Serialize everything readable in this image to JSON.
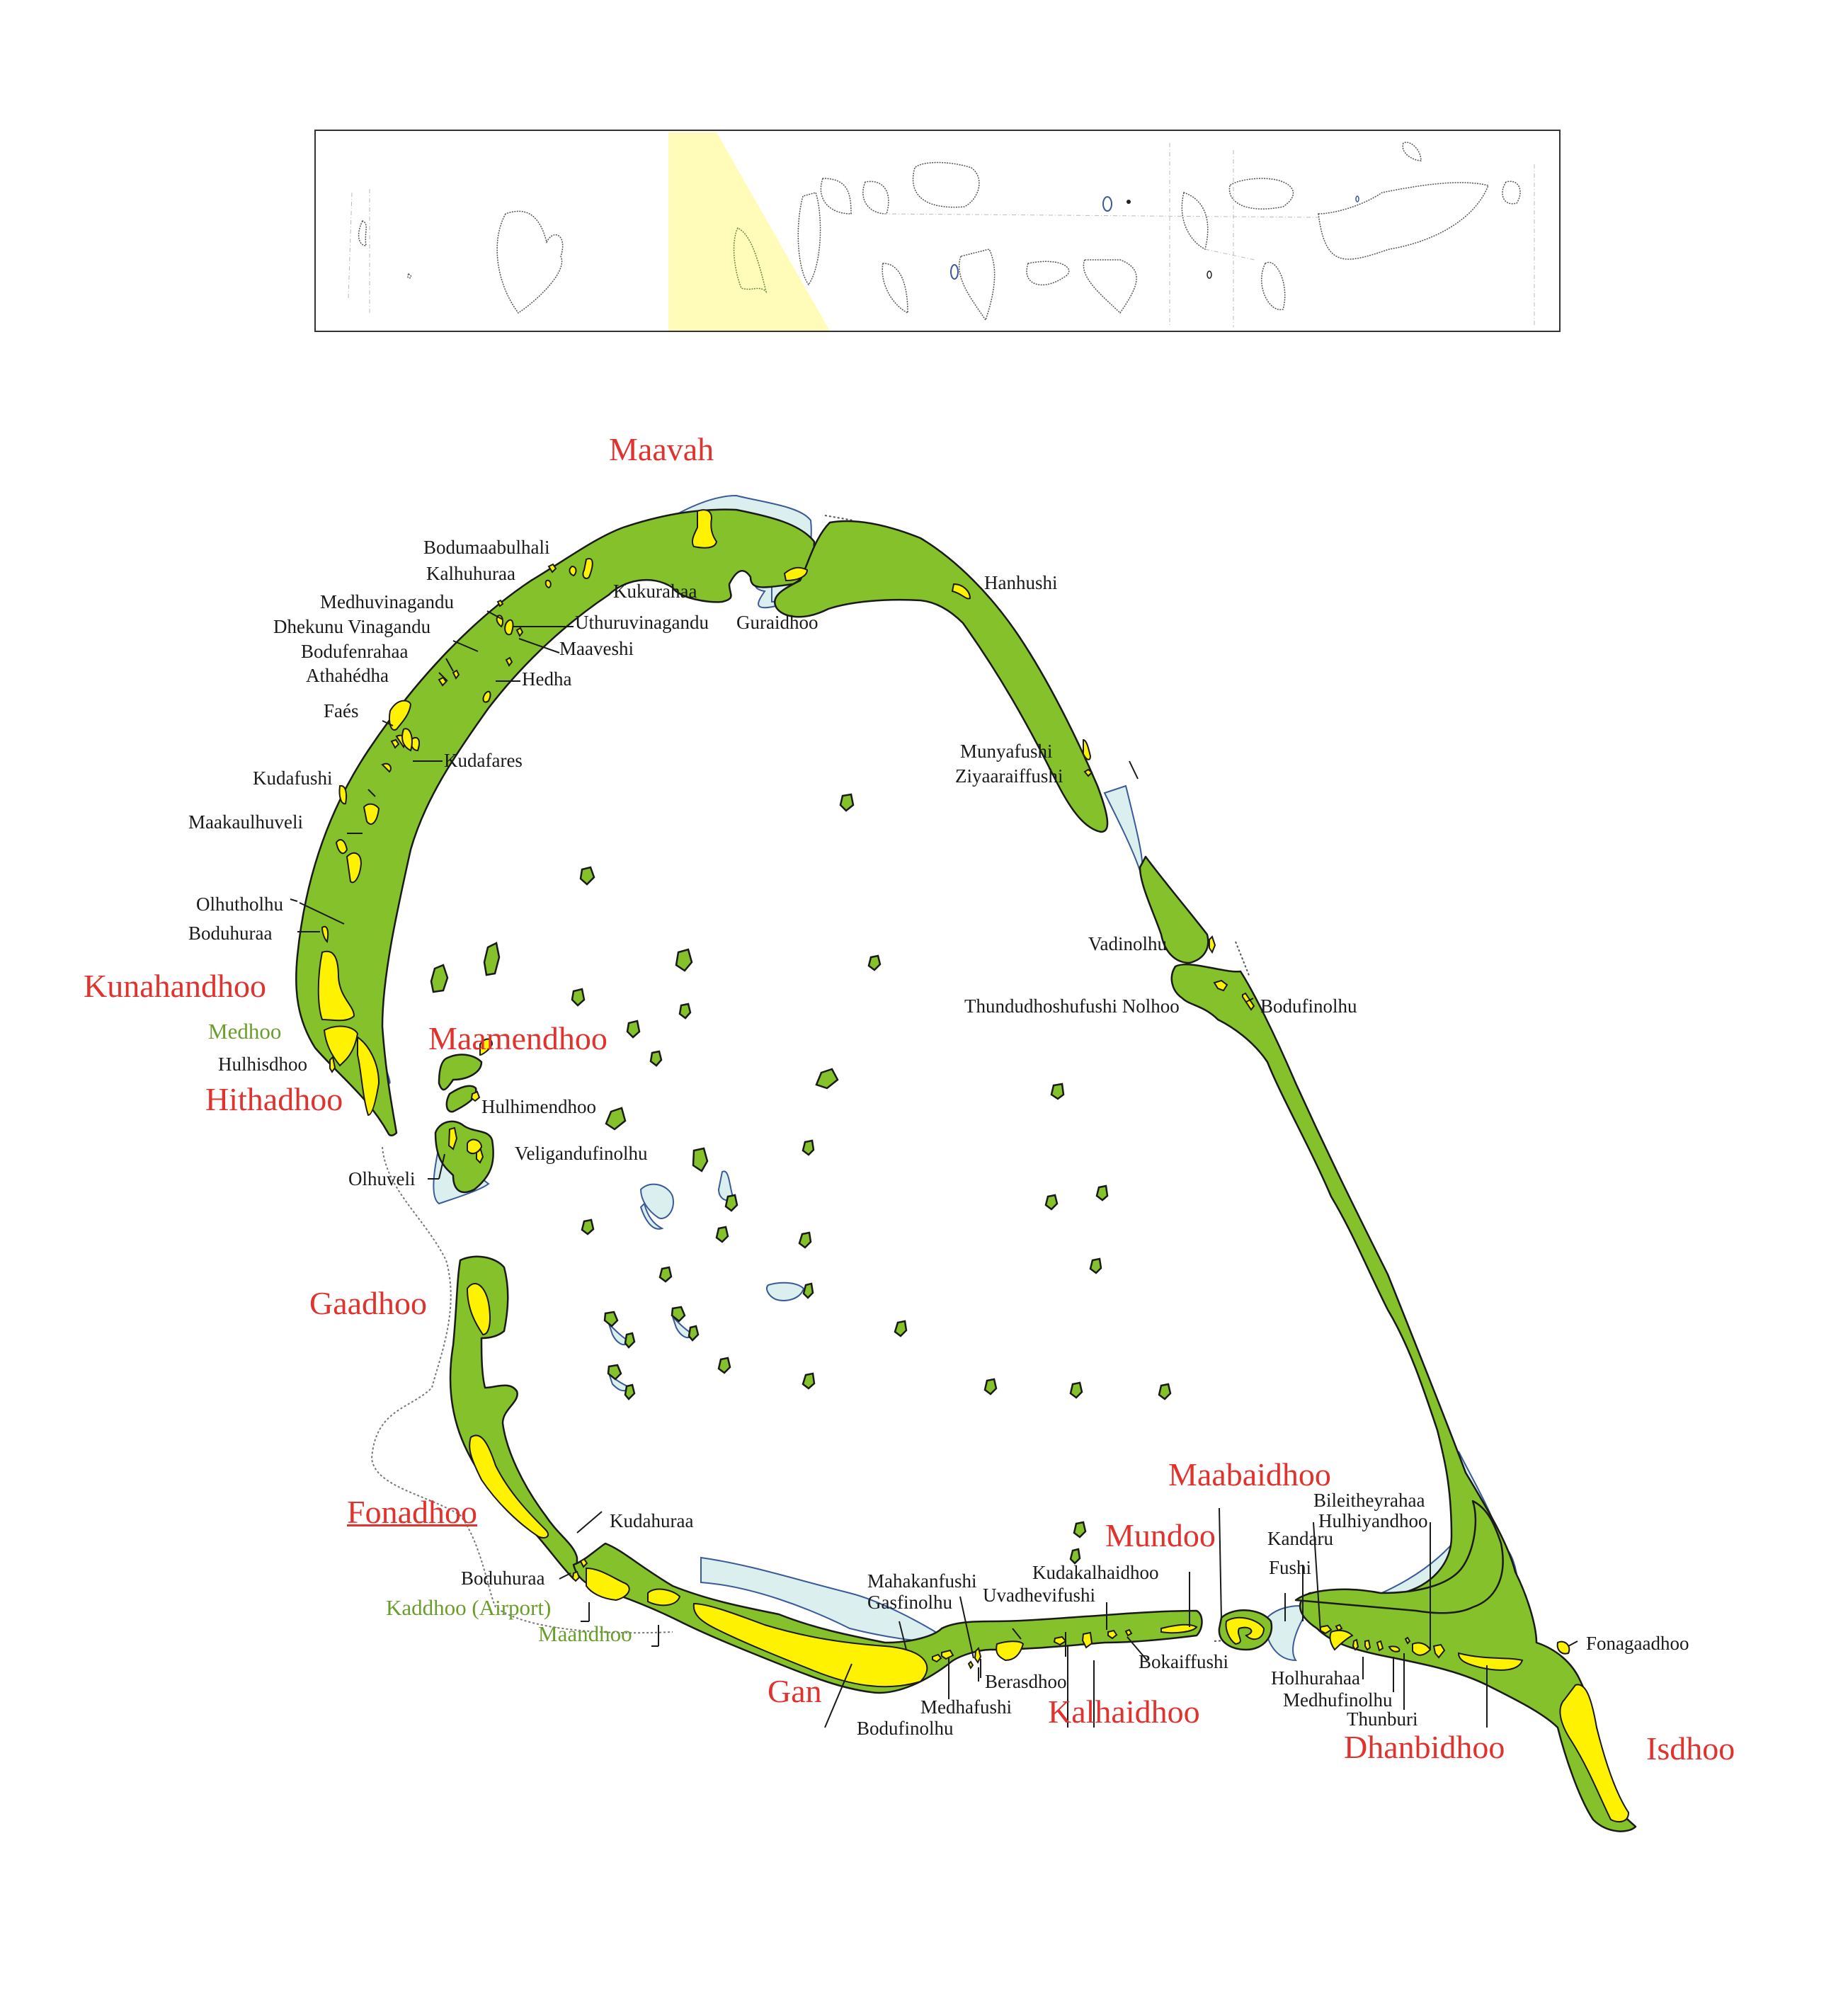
{
  "inset": {
    "highlight_color": "#fffbb8",
    "outline_color": "#555555",
    "highlight_outline_color": "#6a8a3a"
  },
  "colors": {
    "reef_green": "#84c12a",
    "island_yellow": "#fff200",
    "lagoon_blue": "#dcefef",
    "reef_edge_blue": "#3a5a9a",
    "outline": "#1a1a1a",
    "major_label_red": "#e0332e",
    "secondary_label_green": "#6a9e2a"
  },
  "labels": {
    "major": {
      "maavah": "Maavah",
      "kunahandhoo": "Kunahandhoo",
      "hithadhoo": "Hithadhoo",
      "maamendhoo": "Maamendhoo",
      "gaadhoo": "Gaadhoo",
      "fonadhoo": "Fonadhoo",
      "gan": "Gan",
      "mundoo": "Mundoo",
      "maabaidhoo": "Maabaidhoo",
      "kalhaidhoo": "Kalhaidhoo",
      "dhanbidhoo": "Dhanbidhoo",
      "isdhoo": "Isdhoo"
    },
    "secondary_green": {
      "medhoo": "Medhoo",
      "kaddhoo": "Kaddhoo (Airport)",
      "maandhoo": "Maandhoo"
    },
    "minor": {
      "bodumaabulhali": "Bodumaabulhali",
      "kalhuhuraa": "Kalhuhuraa",
      "kukurahaa": "Kukurahaa",
      "medhuvinagandu": "Medhuvinagandu",
      "uthuruvinagandu": "Uthuruvinagandu",
      "guraidhoo": "Guraidhoo",
      "dhekunu_vinagandu": "Dhekunu Vinagandu",
      "maaveshi": "Maaveshi",
      "bodufenrahaa": "Bodufenrahaa",
      "athahedha": "Athahédha",
      "hedha": "Hedha",
      "hanhushi": "Hanhushi",
      "faes": "Faés",
      "kudafares": "Kudafares",
      "kudafushi": "Kudafushi",
      "maakaulhuveli": "Maakaulhuveli",
      "munyafushi": "Munyafushi",
      "ziyaaraiffushi": "Ziyaaraiffushi",
      "olhutholhu": "Olhutholhu",
      "boduhuraa_n": "Boduhuraa",
      "vadinolhu": "Vadinolhu",
      "thundudhoshufushi": "Thundudhoshufushi Nolhoo",
      "bodufinolhu_e": "Bodufinolhu",
      "hulhisdhoo": "Hulhisdhoo",
      "hulhimendhoo": "Hulhimendhoo",
      "veligandufinolhu": "Veligandufinolhu",
      "olhuveli": "Olhuveli",
      "kudahuraa": "Kudahuraa",
      "boduhuraa_s": "Boduhuraa",
      "mahakanfushi": "Mahakanfushi",
      "gasfinolhu": "Gasfinolhu",
      "uvadhevifushi": "Uvadhevifushi",
      "kudakalhaidhoo": "Kudakalhaidhoo",
      "berasdhoo": "Berasdhoo",
      "bokaiffushi": "Bokaiffushi",
      "medhafushi": "Medhafushi",
      "bodufinolhu_s": "Bodufinolhu",
      "bileitheyrahaa": "Bileitheyrahaa",
      "hulhiyandhoo": "Hulhiyandhoo",
      "kandaru": "Kandaru",
      "fushi": "Fushi",
      "holhurahaa": "Holhurahaa",
      "medhufinolhu": "Medhufinolhu",
      "thunburi": "Thunburi",
      "fonagaadhoo": "Fonagaadhoo"
    }
  }
}
